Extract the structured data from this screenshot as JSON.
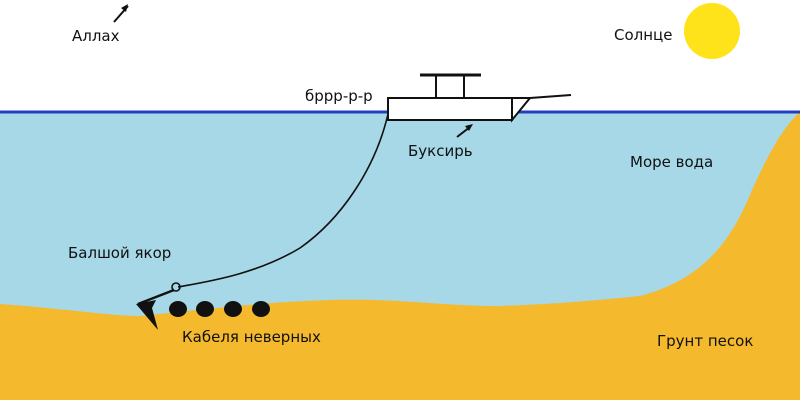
{
  "labels": {
    "allah": "Аллах",
    "sun": "Солнце",
    "engine_sound": "бррр-р-р",
    "tug": "Буксирь",
    "sea": "Море вода",
    "anchor": "Балшой якор",
    "cables": "Кабеля неверных",
    "ground": "Грунт песок"
  },
  "colors": {
    "sky": "#ffffff",
    "water": "#a6d8e8",
    "sand": "#f5b92e",
    "sun": "#ffe31a",
    "waterline": "#1f3fbf",
    "ink": "#111111",
    "boat_fill": "#ffffff"
  },
  "icons": {
    "arrow": "short-arrow-icon",
    "sun": "sun-icon",
    "boat": "tugboat-icon",
    "anchor": "anchor-icon",
    "cable": "cable-bundle-icon"
  }
}
